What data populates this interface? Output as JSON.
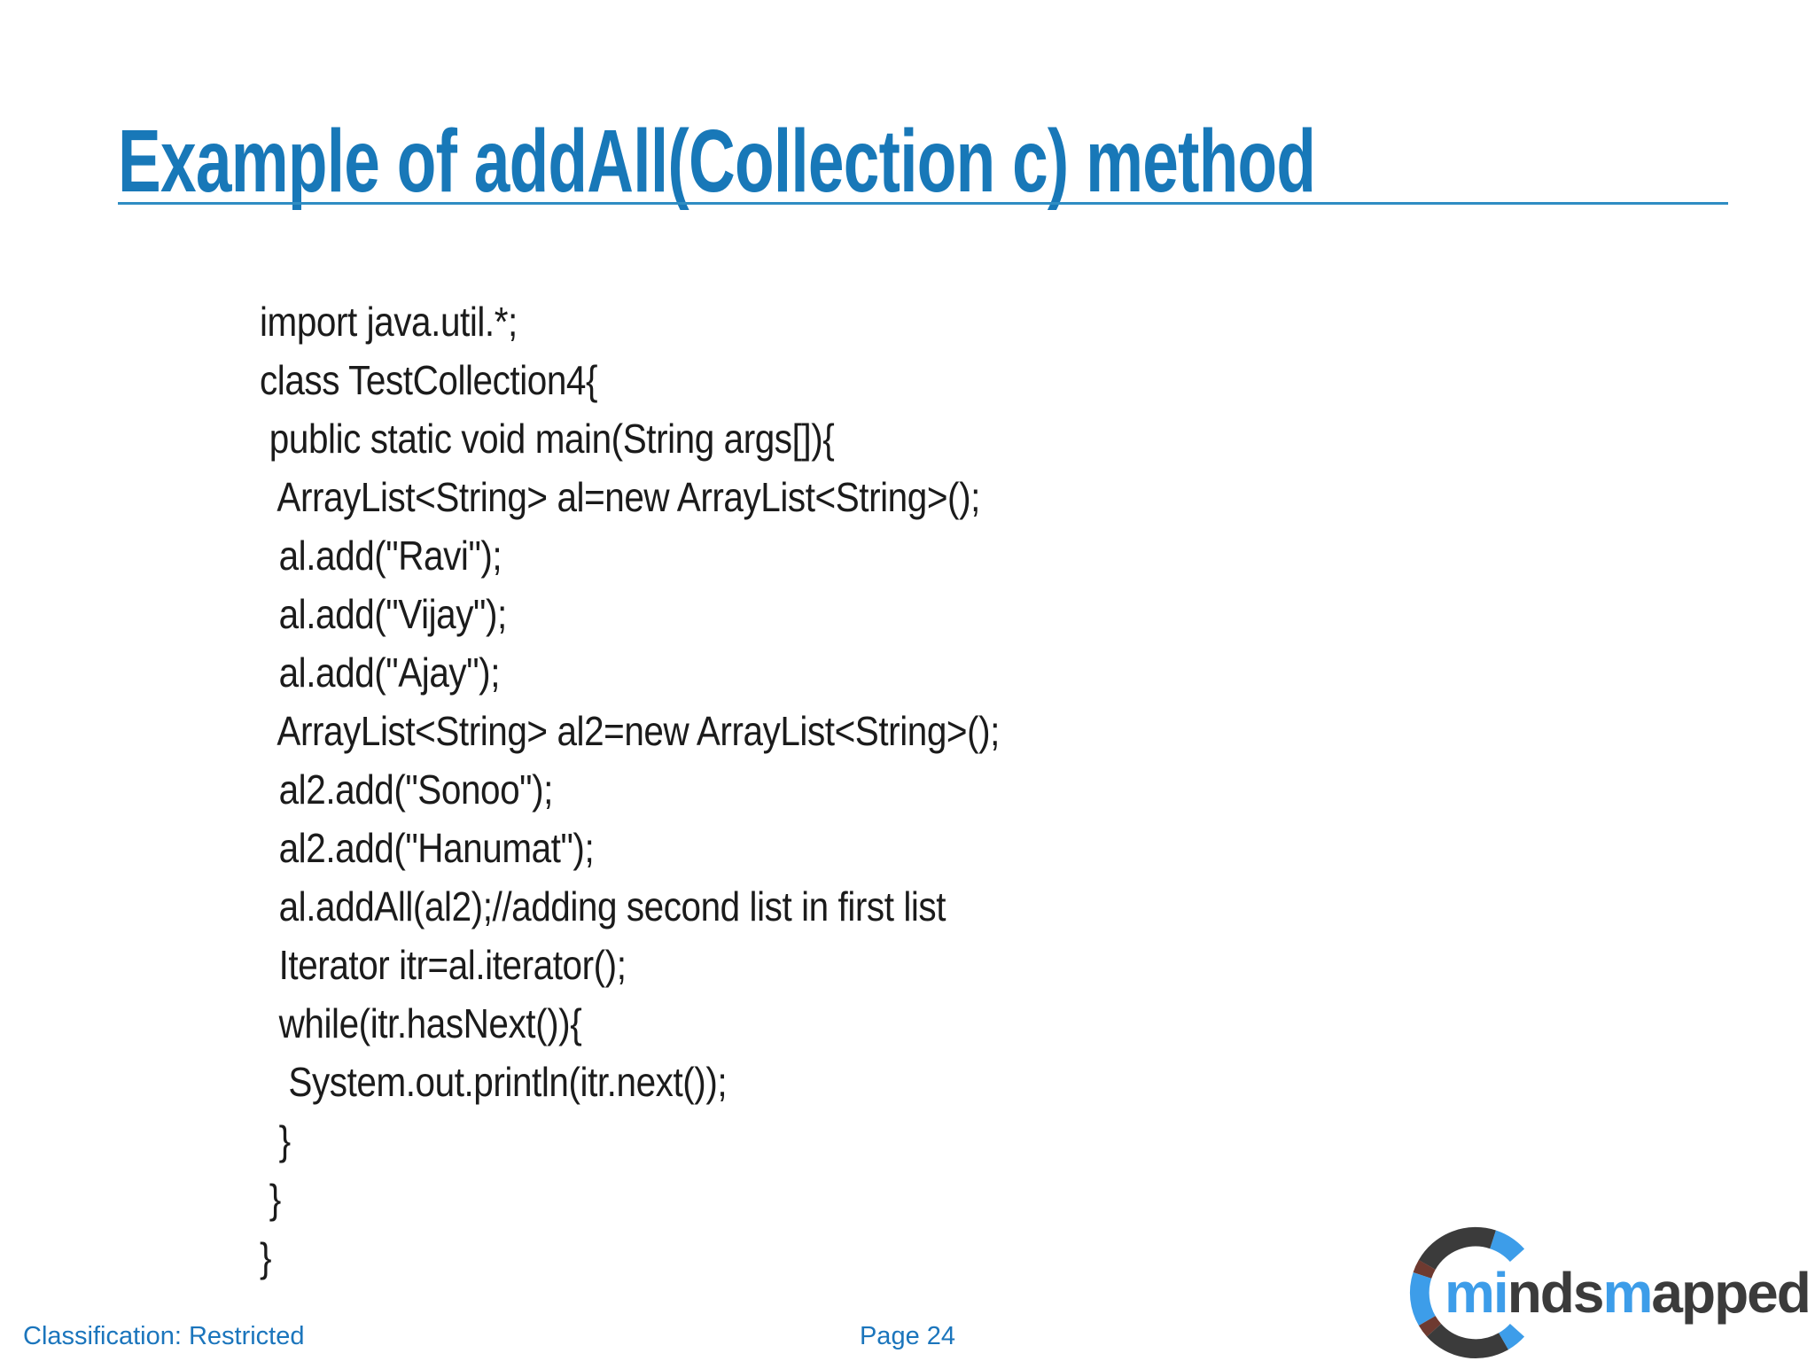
{
  "slide": {
    "title": "Example of addAll(Collection c) method",
    "code_lines": [
      "import java.util.*;",
      "class TestCollection4{",
      " public static void main(String args[]){",
      "  ArrayList<String> al=new ArrayList<String>();",
      "  al.add(\"Ravi\");",
      "  al.add(\"Vijay\");",
      "  al.add(\"Ajay\");",
      "  ArrayList<String> al2=new ArrayList<String>();",
      "  al2.add(\"Sonoo\");",
      "  al2.add(\"Hanumat\");",
      "  al.addAll(al2);//adding second list in first list",
      "  Iterator itr=al.iterator();",
      "  while(itr.hasNext()){",
      "   System.out.println(itr.next());",
      "  }",
      " }",
      "}"
    ],
    "footer": {
      "classification": "Classification: Restricted",
      "page_label": "Page 24"
    },
    "logo": {
      "name": "mindsmapped",
      "letters": [
        {
          "ch": "m",
          "tone": "blue"
        },
        {
          "ch": "i",
          "tone": "blue"
        },
        {
          "ch": "n",
          "tone": "dark"
        },
        {
          "ch": "d",
          "tone": "dark"
        },
        {
          "ch": "s",
          "tone": "dark"
        },
        {
          "ch": "m",
          "tone": "blue"
        },
        {
          "ch": "a",
          "tone": "dark"
        },
        {
          "ch": "p",
          "tone": "dark"
        },
        {
          "ch": "p",
          "tone": "dark"
        },
        {
          "ch": "e",
          "tone": "dark"
        },
        {
          "ch": "d",
          "tone": "dark"
        }
      ]
    },
    "colors": {
      "title_blue": "#1878b8",
      "underline_blue": "#2f8dc3",
      "code_text": "#1b1b1b",
      "footer_blue": "#1b75bc",
      "logo_blue": "#3d9de9",
      "logo_dark": "#3b3b3b",
      "logo_maroon": "#6e3a30"
    }
  }
}
